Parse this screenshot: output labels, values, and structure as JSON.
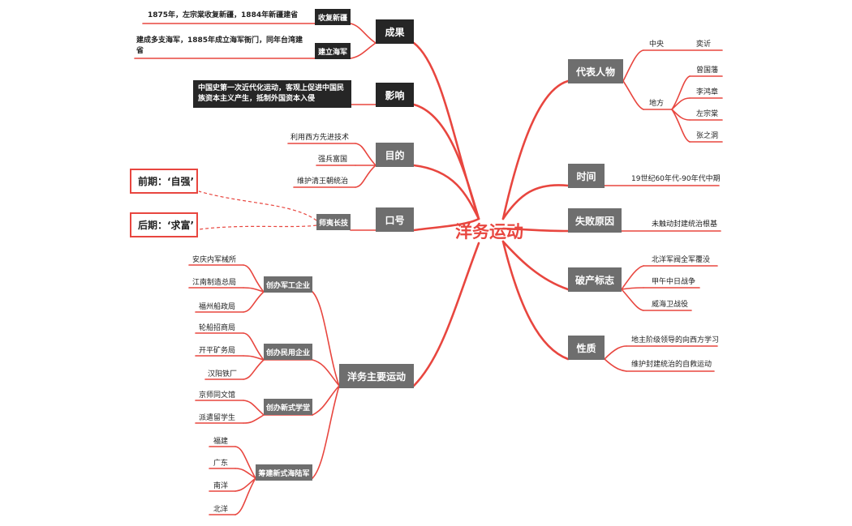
{
  "center": {
    "label": "洋务运动"
  },
  "right": {
    "representatives": {
      "label": "代表人物",
      "central": {
        "label": "中央",
        "people": [
          "奕䜣"
        ]
      },
      "local": {
        "label": "地方",
        "people": [
          "曾国藩",
          "李鸿章",
          "左宗棠",
          "张之洞"
        ]
      }
    },
    "time": {
      "label": "时间",
      "value": "19世纪60年代-90年代中期"
    },
    "failure_reason": {
      "label": "失败原因",
      "value": "未触动封建统治根基"
    },
    "bankruptcy_marks": {
      "label": "破产标志",
      "items": [
        "北洋军阀全军覆没",
        "甲午中日战争",
        "威海卫战役"
      ]
    },
    "nature": {
      "label": "性质",
      "items": [
        "地主阶级领导的向西方学习",
        "维护封建统治的自救运动"
      ]
    }
  },
  "left": {
    "results": {
      "label": "成果",
      "xinjiang": {
        "label": "收复新疆",
        "note": "1875年，左宗棠收复新疆，1884年新疆建省"
      },
      "navy": {
        "label": "建立海军",
        "note": "建成多支海军，1885年成立海军衙门，同年台湾建省"
      }
    },
    "influence": {
      "label": "影响",
      "note": "中国史第一次近代化运动，客观上促进中国民族资本主义产生，抵制外国资本入侵"
    },
    "purpose": {
      "label": "目的",
      "items": [
        "利用西方先进技术",
        "强兵富国",
        "维护清王朝统治"
      ]
    },
    "slogan": {
      "label": "口号",
      "sub": "师夷长技",
      "early": "前期：‘自强’",
      "late": "后期：‘求富’"
    },
    "activities": {
      "label": "洋务主要运动",
      "groups": [
        {
          "label": "创办军工企业",
          "items": [
            "安庆内军械所",
            "江南制造总局",
            "福州船政局"
          ]
        },
        {
          "label": "创办民用企业",
          "items": [
            "轮船招商局",
            "开平矿务局",
            "汉阳铁厂"
          ]
        },
        {
          "label": "创办新式学堂",
          "items": [
            "京师同文馆",
            "派遣留学生"
          ]
        },
        {
          "label": "筹建新式海陆军",
          "items": [
            "福建",
            "广东",
            "南洋",
            "北洋"
          ]
        }
      ]
    }
  },
  "colors": {
    "line": "#e8463f",
    "node_gray": "#6e6e6e",
    "node_dark": "#262626"
  }
}
